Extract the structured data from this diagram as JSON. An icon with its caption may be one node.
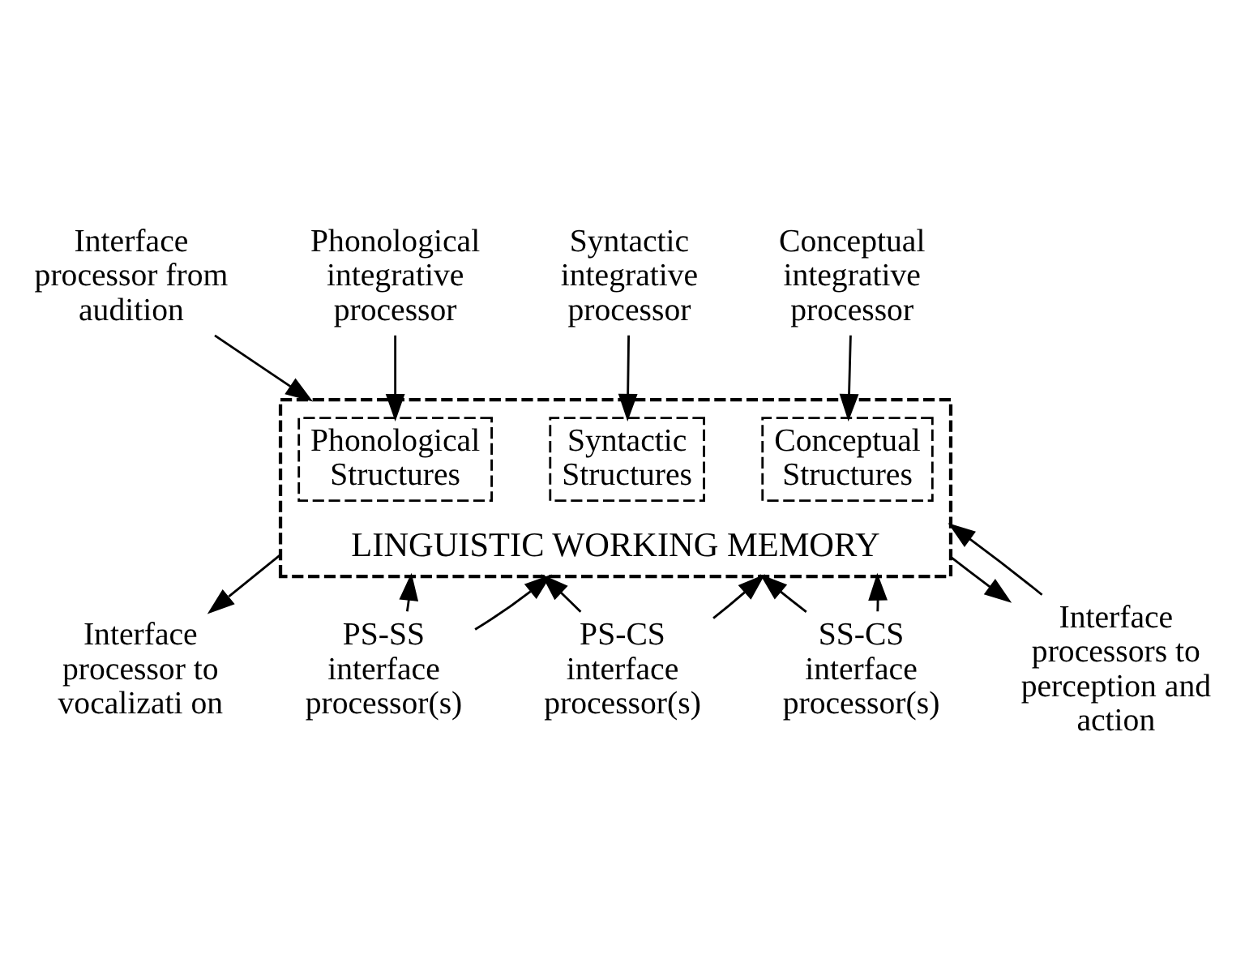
{
  "diagram": {
    "nodes": [
      {
        "text": [
          "Interface processor from audition"
        ]
      },
      {
        "text": [
          "Phonological integrative processor"
        ]
      },
      {
        "text": [
          "Syntactic integrative processor"
        ]
      },
      {
        "text": [
          "Conceptual integrative processor"
        ]
      },
      {
        "text": [
          "LINGUISTIC WORKING MEMORY"
        ]
      },
      {
        "text": [
          "Phonological Structures"
        ],
        "in": 4
      },
      {
        "text": [
          "Syntactic Structures"
        ],
        "in": 4
      },
      {
        "text": [
          "Conceptual Structures"
        ],
        "in": 4
      },
      {
        "text": [
          "Interface processors to perception and action"
        ]
      },
      {
        "text": [
          "PS-SS interface processor(s)"
        ]
      },
      {
        "text": [
          "SS-CS interface processor(s)"
        ]
      },
      {
        "text": [
          "Interface processor to vocalizati on"
        ]
      },
      {
        "text": [
          "PS-CS interface processor(s)"
        ]
      }
    ],
    "edges": [
      {
        "from": 0,
        "to": 4,
        "arrow": "to"
      },
      {
        "from": 1,
        "to": 5,
        "arrow": "to"
      },
      {
        "from": 2,
        "to": 6,
        "arrow": "to"
      },
      {
        "from": 3,
        "to": 7,
        "arrow": "to"
      },
      {
        "from": 4,
        "to": 8,
        "arrow": "to"
      },
      {
        "from": 8,
        "to": 4,
        "arrow": "to"
      },
      {
        "from": 4,
        "to": 11,
        "arrow": "to"
      },
      {
        "from": 9,
        "to": 5,
        "arrow": "to"
      },
      {
        "from": 9,
        "to": 6,
        "arrow": "to"
      },
      {
        "from": 10,
        "to": 6,
        "arrow": "to"
      },
      {
        "from": 10,
        "to": 7,
        "arrow": "to"
      },
      {
        "from": 12,
        "to": 5,
        "arrow": "to"
      },
      {
        "from": 12,
        "to": 7,
        "arrow": "to"
      }
    ]
  }
}
